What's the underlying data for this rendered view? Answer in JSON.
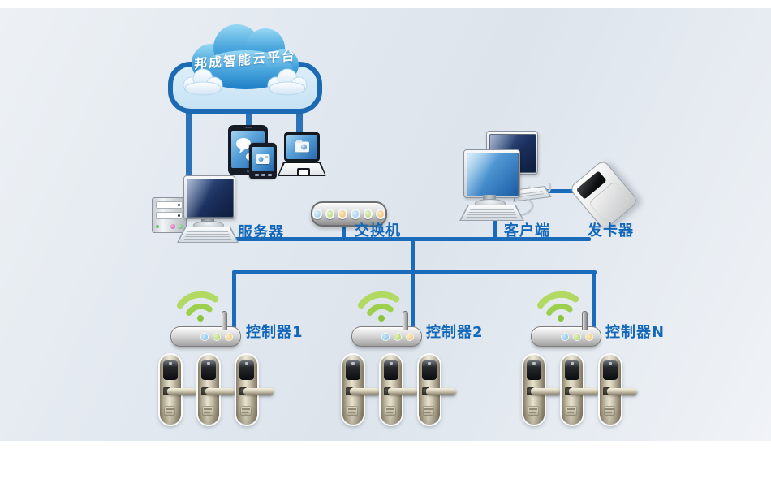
{
  "cloud": {
    "label": "邦成智能云平台"
  },
  "nodes": {
    "server": {
      "label": "服务器",
      "icon": "desktop-server"
    },
    "switch": {
      "label": "交换机",
      "icon": "switch-hub",
      "led_count": 6
    },
    "client": {
      "label": "客户端",
      "icon": "dual-desktop"
    },
    "card_issuer": {
      "label": "发卡器",
      "icon": "card-reader"
    },
    "controllers": [
      {
        "label": "控制器1",
        "icon": "wifi-router",
        "lock_count": 3
      },
      {
        "label": "控制器2",
        "icon": "wifi-router",
        "lock_count": 3
      },
      {
        "label": "控制器N",
        "icon": "wifi-router",
        "lock_count": 3
      }
    ]
  },
  "devices_on_cloud": [
    "tablet",
    "phone",
    "laptop"
  ],
  "colors": {
    "label_blue": "#1367b8",
    "line_blue": "#1a6cbb",
    "leg_blue": "#2b72ba",
    "cloud_top": "#96d8f4",
    "cloud_bottom": "#1e7ec6",
    "frame_border": "#1b6ab3",
    "frame_fill": "#cfe7f6",
    "wifi_green": "#8bc53f",
    "switch_led_colors": "#8ec4e6,#b2d268,#eebc62",
    "router_led_colors": "#6ebbe8,#a4cc52,#efc45f",
    "lock_gold": "#cfc8b2",
    "bg_light": "#eef2f6",
    "bg_dark": "#dde4ec"
  }
}
